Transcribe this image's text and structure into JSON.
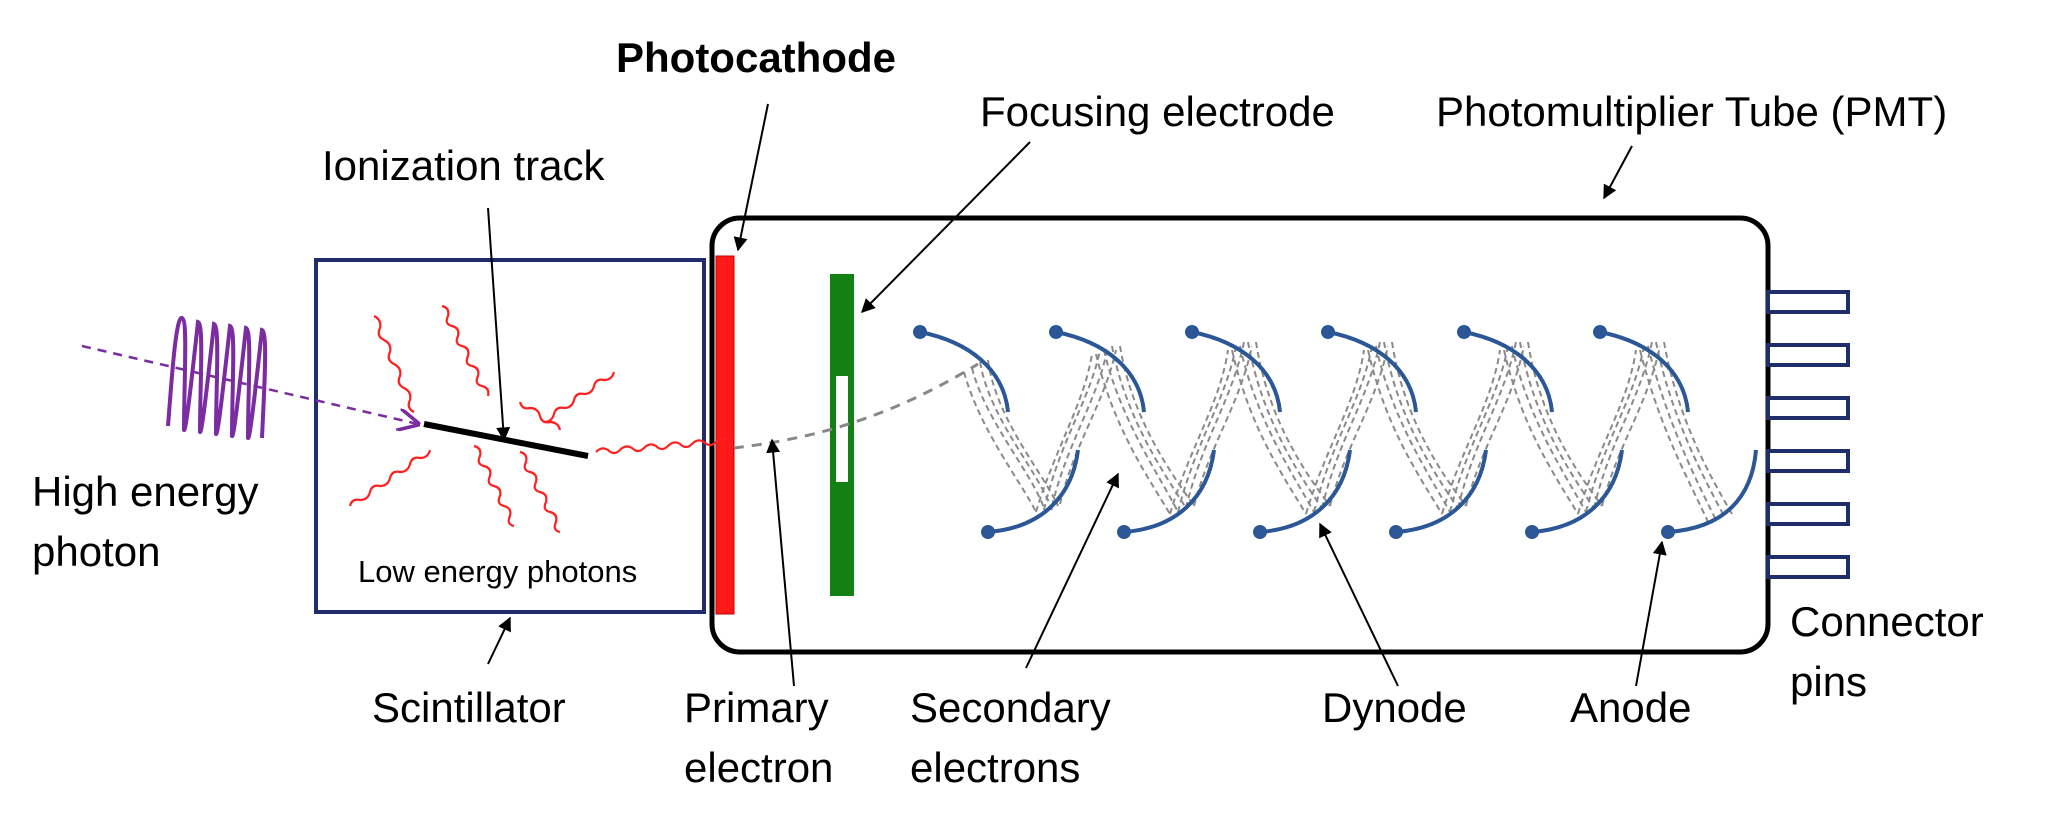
{
  "labels": {
    "photocathode": "Photocathode",
    "focusing_electrode": "Focusing electrode",
    "pmt": "Photomultiplier Tube (PMT)",
    "ionization_track": "Ionization track",
    "high_energy_photon_1": "High energy",
    "high_energy_photon_2": "photon",
    "low_energy_photons": "Low energy photons",
    "scintillator": "Scintillator",
    "primary_electron_1": "Primary",
    "primary_electron_2": "electron",
    "secondary_electrons_1": "Secondary",
    "secondary_electrons_2": "electrons",
    "dynode": "Dynode",
    "anode": "Anode",
    "connector_pins_1": "Connector",
    "connector_pins_2": "pins"
  },
  "colors": {
    "scintillator_border": "#1f2d6b",
    "photocathode": "#ff1a1a",
    "focusing_electrode": "#128012",
    "dynode": "#2b5797",
    "low_energy_photon": "#ff2020",
    "high_energy_photon": "#7a2ca0",
    "electron_path": "#888888",
    "pin": "#1f2d6b"
  }
}
